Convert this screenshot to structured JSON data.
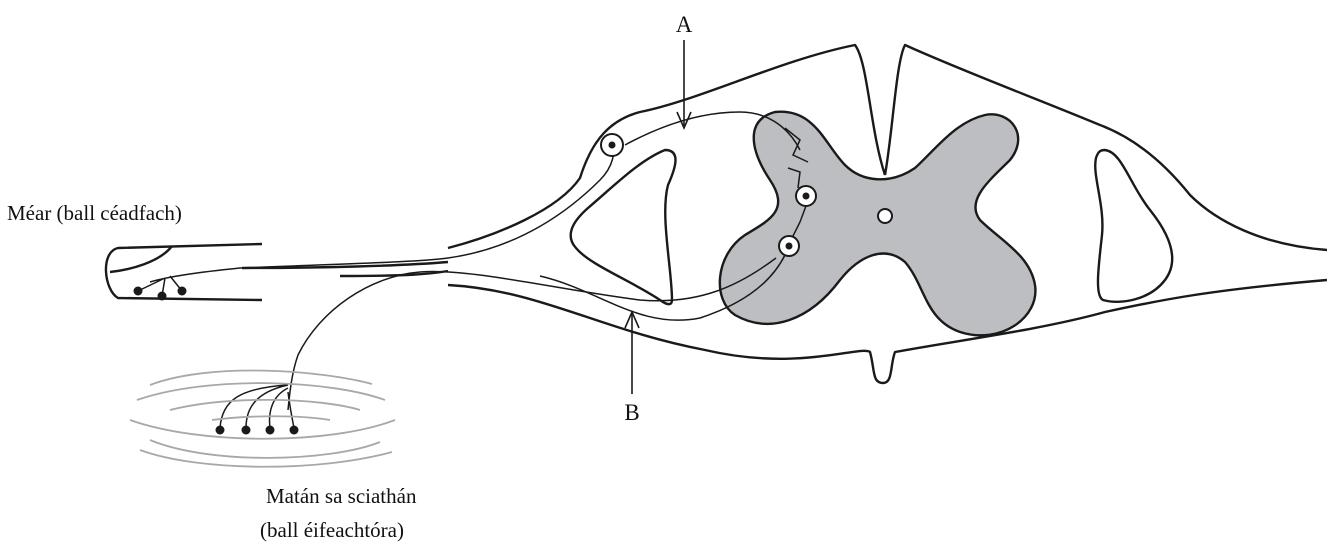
{
  "diagram": {
    "labels": {
      "finger": "Méar (ball céadfach)",
      "muscle_line1": "Matán sa sciathán",
      "muscle_line2": "(ball éifeachtóra)",
      "pointer_a": "A",
      "pointer_b": "B"
    },
    "colors": {
      "grey_matter": "#bdbec2",
      "outline": "#1a1a1a",
      "muscle_lines": "#a8a8a8",
      "background": "#ffffff"
    }
  }
}
